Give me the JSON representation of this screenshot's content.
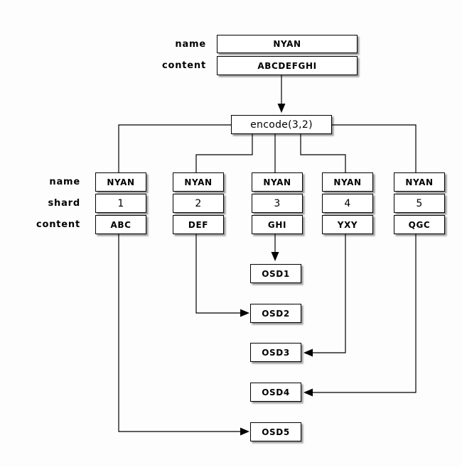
{
  "diagram_title": "erasure-coding-encode-diagram",
  "colors": {
    "background": "#fdfdfd",
    "box_background": "#ffffff",
    "box_border": "#000000",
    "line": "#000000",
    "shadow": "rgba(0,0,0,0.40)"
  },
  "object": {
    "name_label": "name",
    "name_value": "NYAN",
    "content_label": "content",
    "content_value": "ABCDEFGHI"
  },
  "encode": {
    "label": "encode(3,2)"
  },
  "shard_rows": {
    "name_label": "name",
    "shard_label": "shard",
    "content_label": "content"
  },
  "shards": {
    "items": [
      {
        "name": "NYAN",
        "shard": "1",
        "content": "ABC"
      },
      {
        "name": "NYAN",
        "shard": "2",
        "content": "DEF"
      },
      {
        "name": "NYAN",
        "shard": "3",
        "content": "GHI"
      },
      {
        "name": "NYAN",
        "shard": "4",
        "content": "YXY"
      },
      {
        "name": "NYAN",
        "shard": "5",
        "content": "QGC"
      }
    ]
  },
  "osds": {
    "items": [
      {
        "label": "OSD1"
      },
      {
        "label": "OSD2"
      },
      {
        "label": "OSD3"
      },
      {
        "label": "OSD4"
      },
      {
        "label": "OSD5"
      }
    ]
  }
}
